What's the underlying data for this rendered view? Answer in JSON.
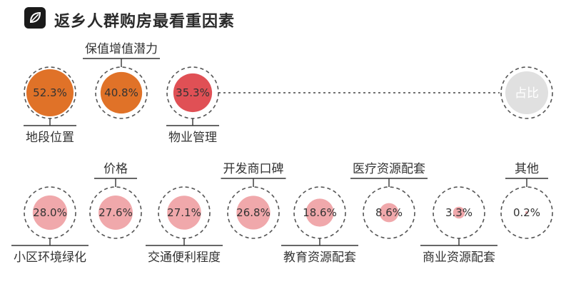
{
  "title": "返乡人群购房最看重因素",
  "legend_label": "占比",
  "chart_data": {
    "type": "bubble",
    "unit": "%",
    "title": "返乡人群购房最看重因素",
    "legend": "占比",
    "items": [
      {
        "label": "地段位置",
        "value": 52.3,
        "display": "52.3%",
        "label_pos": "below",
        "color": "#e07228"
      },
      {
        "label": "保值增值潜力",
        "value": 40.8,
        "display": "40.8%",
        "label_pos": "above",
        "color": "#e07228"
      },
      {
        "label": "物业管理",
        "value": 35.3,
        "display": "35.3%",
        "label_pos": "below",
        "color": "#e05055"
      },
      {
        "label": "小区环境绿化",
        "value": 28.0,
        "display": "28.0%",
        "label_pos": "below",
        "color": "#f0a8ab"
      },
      {
        "label": "价格",
        "value": 27.6,
        "display": "27.6%",
        "label_pos": "above",
        "color": "#f0a8ab"
      },
      {
        "label": "交通便利程度",
        "value": 27.1,
        "display": "27.1%",
        "label_pos": "below",
        "color": "#f0a8ab"
      },
      {
        "label": "开发商口碑",
        "value": 26.8,
        "display": "26.8%",
        "label_pos": "above",
        "color": "#f0a8ab"
      },
      {
        "label": "教育资源配套",
        "value": 18.6,
        "display": "18.6%",
        "label_pos": "below",
        "color": "#f0a8ab"
      },
      {
        "label": "医疗资源配套",
        "value": 8.6,
        "display": "8.6%",
        "label_pos": "above",
        "color": "#f0a8ab"
      },
      {
        "label": "商业资源配套",
        "value": 3.3,
        "display": "3.3%",
        "label_pos": "below",
        "color": "#f0a8ab"
      },
      {
        "label": "其他",
        "value": 0.2,
        "display": "0.2%",
        "label_pos": "above",
        "color": "#f0a8ab"
      }
    ]
  }
}
